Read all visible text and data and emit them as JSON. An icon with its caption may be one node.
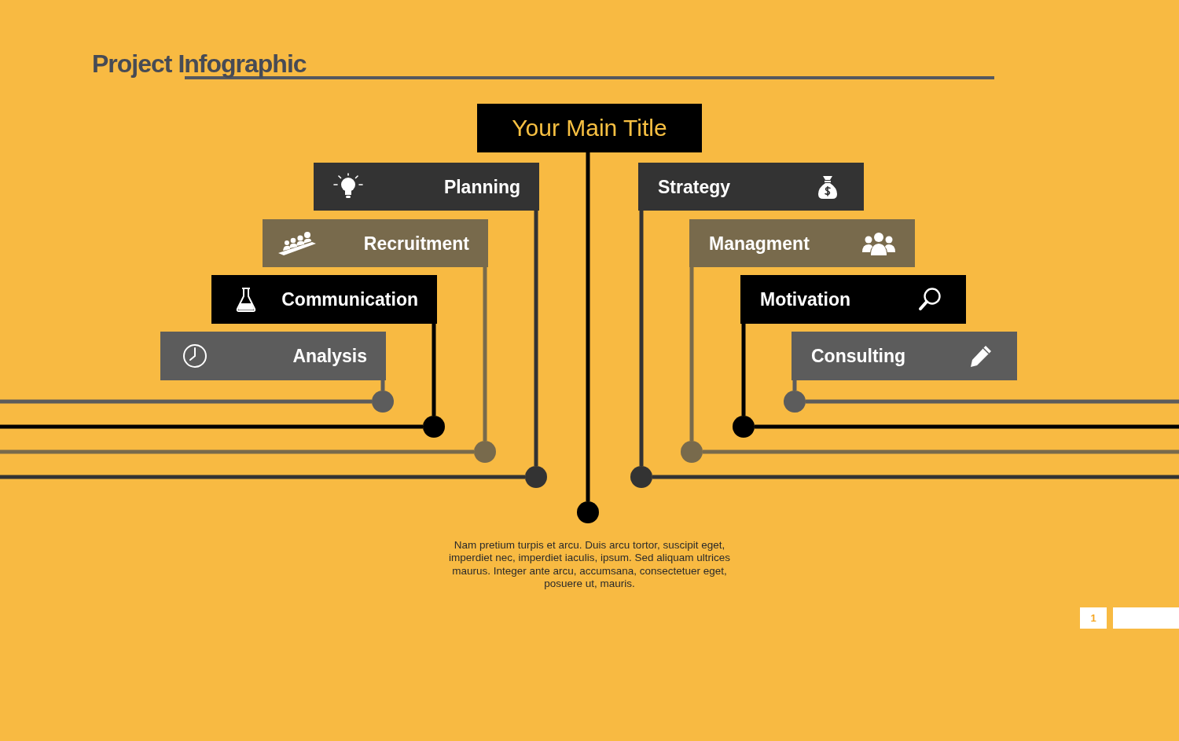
{
  "diagram": {
    "title": "Project Infographic",
    "caption": "Nam pretium turpis et arcu. Duis arcu tortor, suscipit eget, imperdiet nec, imperdiet iaculis, ipsum. Sed aliquam ultrices maurus. Integer ante arcu, accumsana, consectetuer eget, posuere ut, mauris.",
    "nodes": [
      {
        "text": [
          "Your Main Title"
        ]
      },
      {
        "text": [
          "Planning"
        ]
      },
      {
        "text": [
          "Recruitment"
        ]
      },
      {
        "text": [
          "Communication"
        ]
      },
      {
        "text": [
          "Analysis"
        ]
      },
      {
        "text": [
          "Strategy"
        ]
      },
      {
        "text": [
          "Managment"
        ]
      },
      {
        "text": [
          "Motivation"
        ]
      },
      {
        "text": [
          "Consulting"
        ]
      },
      {
        "text": [],
        "shape": "circle"
      },
      {
        "text": [],
        "shape": "circle"
      },
      {
        "text": [],
        "shape": "circle"
      },
      {
        "text": [],
        "shape": "circle"
      },
      {
        "text": [],
        "shape": "circle"
      },
      {
        "text": [],
        "shape": "circle"
      },
      {
        "text": [],
        "shape": "circle"
      },
      {
        "text": [],
        "shape": "circle"
      },
      {
        "text": [],
        "shape": "circle"
      }
    ],
    "edges": [
      {
        "from": 1,
        "to": 12,
        "arrow": "none",
        "color": "#333333"
      },
      {
        "from": 12,
        "to": null,
        "arrow": "none",
        "color": "#333333"
      },
      {
        "from": 2,
        "to": 11,
        "arrow": "none",
        "color": "#786a4c"
      },
      {
        "from": 11,
        "to": null,
        "arrow": "none",
        "color": "#786a4c"
      },
      {
        "from": 3,
        "to": 10,
        "arrow": "none"
      },
      {
        "from": 10,
        "to": null,
        "arrow": "none"
      },
      {
        "from": 4,
        "to": 9,
        "arrow": "none",
        "color": "#5c5c5c"
      },
      {
        "from": 9,
        "to": null,
        "arrow": "none",
        "color": "#5c5c5c"
      },
      {
        "from": 0,
        "to": 13,
        "arrow": "none"
      },
      {
        "from": 5,
        "to": 14,
        "arrow": "none",
        "color": "#333333"
      },
      {
        "from": 14,
        "to": null,
        "arrow": "none",
        "color": "#333333"
      },
      {
        "from": 6,
        "to": 15,
        "arrow": "none",
        "color": "#786a4c"
      },
      {
        "from": 15,
        "to": null,
        "arrow": "none",
        "color": "#786a4c"
      },
      {
        "from": 7,
        "to": 16,
        "arrow": "none"
      },
      {
        "from": 16,
        "to": null,
        "arrow": "none"
      },
      {
        "from": 8,
        "to": 17,
        "arrow": "none",
        "color": "#5c5c5c"
      },
      {
        "from": 17,
        "to": null,
        "arrow": "none",
        "color": "#5c5c5c"
      }
    ],
    "labels": [
      "1"
    ]
  }
}
